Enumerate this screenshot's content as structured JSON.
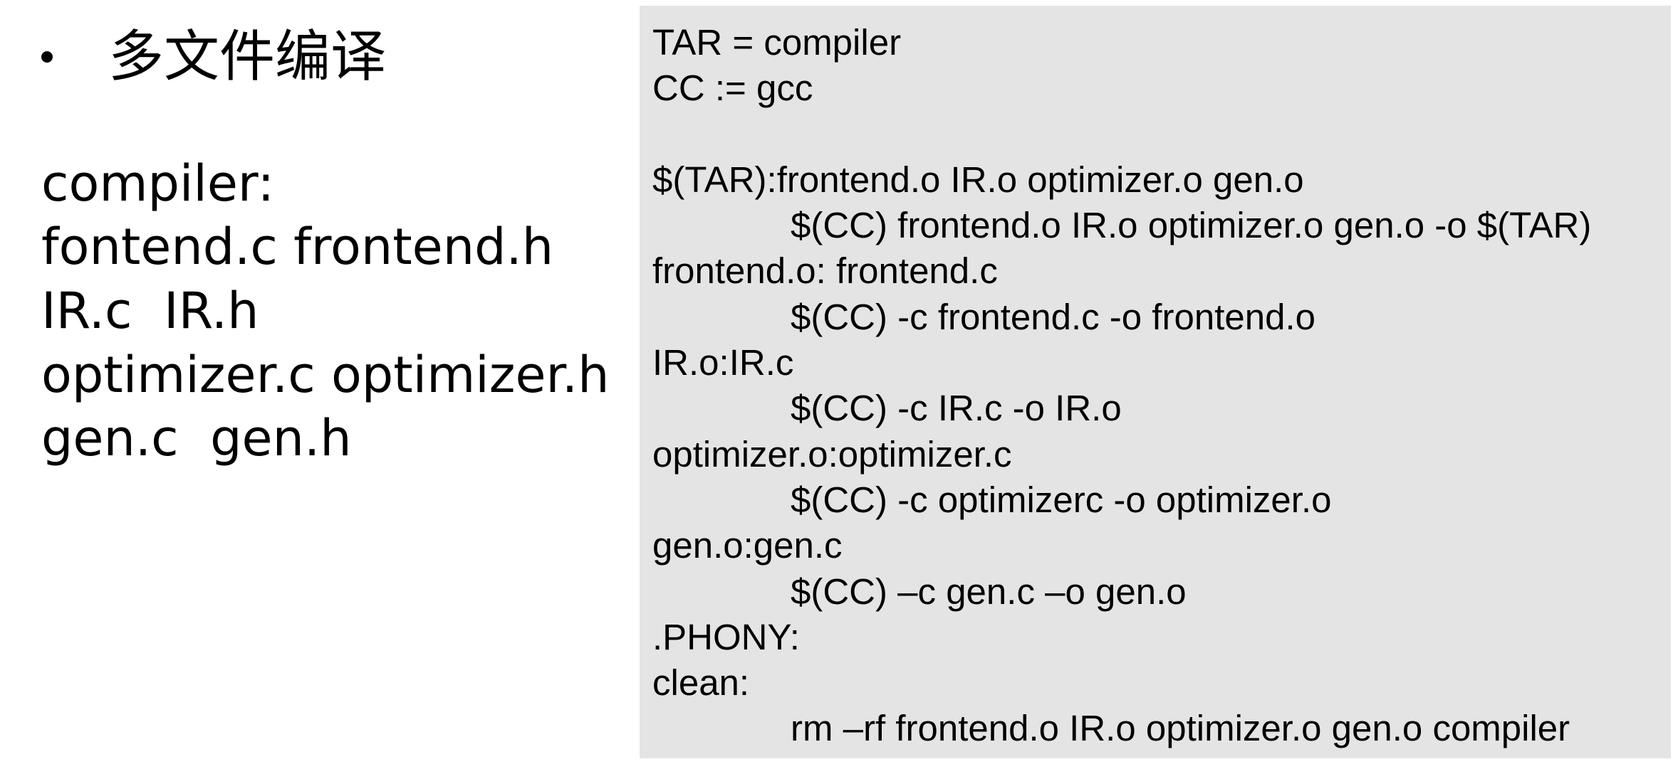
{
  "bullet": {
    "title": "多文件编译"
  },
  "file_list": {
    "header": "compiler:",
    "lines": [
      "fontend.c frontend.h",
      "IR.c  IR.h",
      "optimizer.c optimizer.h",
      "gen.c  gen.h"
    ]
  },
  "makefile": {
    "lines": [
      {
        "text": "TAR = compiler",
        "indent": false
      },
      {
        "text": "CC := gcc",
        "indent": false
      },
      {
        "text": "",
        "indent": false
      },
      {
        "text": "$(TAR):frontend.o IR.o optimizer.o gen.o",
        "indent": false
      },
      {
        "text": "$(CC) frontend.o IR.o optimizer.o gen.o -o $(TAR)",
        "indent": true
      },
      {
        "text": "frontend.o: frontend.c",
        "indent": false
      },
      {
        "text": "$(CC) -c frontend.c -o frontend.o",
        "indent": true
      },
      {
        "text": "IR.o:IR.c",
        "indent": false
      },
      {
        "text": "$(CC) -c IR.c -o IR.o",
        "indent": true
      },
      {
        "text": "optimizer.o:optimizer.c",
        "indent": false
      },
      {
        "text": "$(CC) -c optimizerc -o optimizer.o",
        "indent": true
      },
      {
        "text": "gen.o:gen.c",
        "indent": false
      },
      {
        "text": "$(CC) –c gen.c –o gen.o",
        "indent": true
      },
      {
        "text": ".PHONY:",
        "indent": false
      },
      {
        "text": "clean:",
        "indent": false
      },
      {
        "text": "rm –rf frontend.o IR.o optimizer.o gen.o compiler",
        "indent": true
      }
    ]
  },
  "colors": {
    "code_background": "#e4e4e4",
    "text": "#000000"
  }
}
